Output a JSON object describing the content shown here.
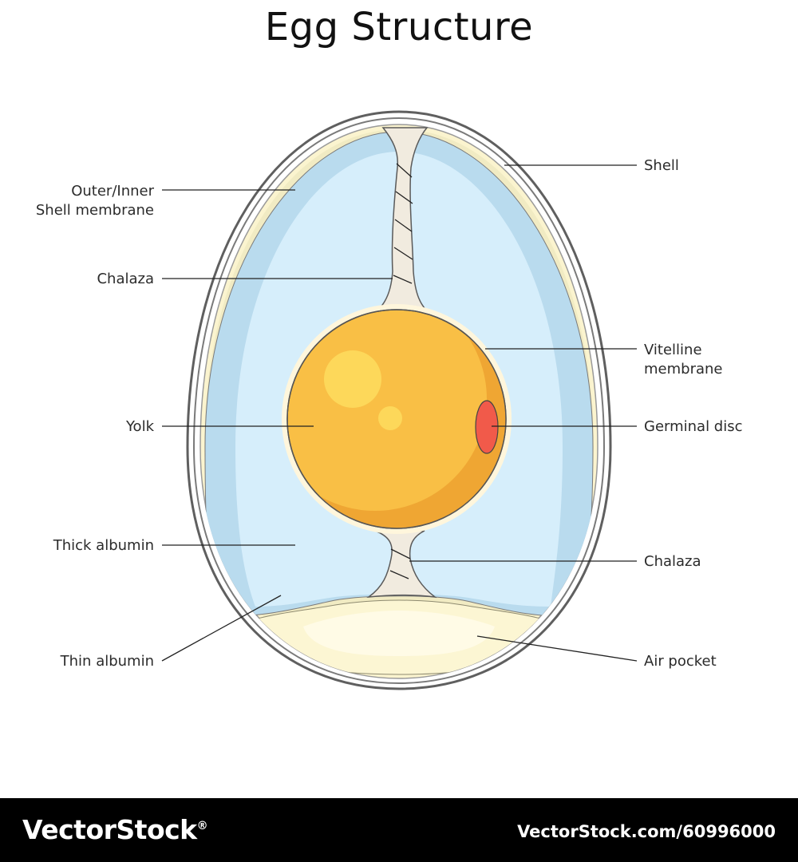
{
  "title": "Egg Structure",
  "labels": {
    "shell_membrane_line1": "Outer/Inner",
    "shell_membrane_line2": "Shell membrane",
    "chalaza_top": "Chalaza",
    "yolk": "Yolk",
    "thick_albumin": "Thick albumin",
    "thin_albumin": "Thin albumin",
    "shell": "Shell",
    "vitelline_line1": "Vitelline",
    "vitelline_line2": "membrane",
    "germinal_disc": "Germinal disc",
    "chalaza_bottom": "Chalaza",
    "air_pocket": "Air pocket"
  },
  "footer": {
    "brand": "VectorStock",
    "brand_mark": "®",
    "stock_id": "VectorStock.com/60996000"
  },
  "colors": {
    "shell_outline": "#5f5f5f",
    "membrane": "#fbf4cf",
    "thin_albumin": "#f1ebc3",
    "thick_albumin_edge": "#b9dbee",
    "thick_albumin": "#d6eefb",
    "yolk": "#f9bf45",
    "yolk_shade": "#efa633",
    "germinal_disc": "#f15a4a",
    "air_pocket": "#fcf6d3",
    "chalaza": "#f1ebdf"
  }
}
